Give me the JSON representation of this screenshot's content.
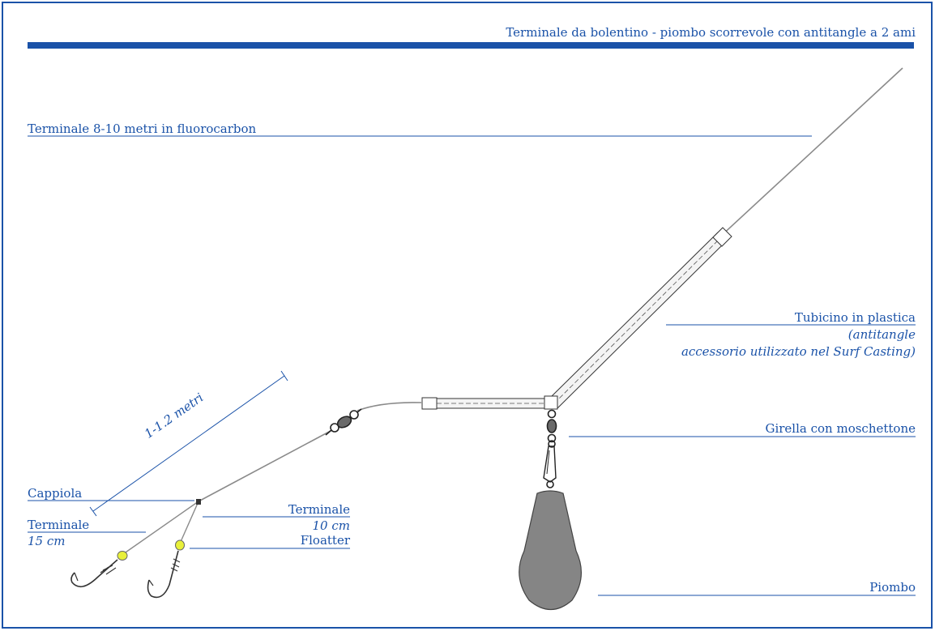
{
  "title": "Terminale da bolentino - piombo scorrevole con antitangle a 2 ami",
  "colors": {
    "accent": "#1a52a8",
    "line": "#8a8a8a",
    "weight": "#858585",
    "floatter": "#e8f03a",
    "tube": "#f4f4f4"
  },
  "labels": {
    "fluorocarbon": "Terminale 8-10 metri in fluorocarbon",
    "tube_line1": "Tubicino in plastica",
    "tube_line2": "(antitangle",
    "tube_line3": "accessorio utilizzato nel Surf Casting)",
    "swivel": "Girella con moschettone",
    "length": "1-1.2 metri",
    "loop": "Cappiola",
    "leader15_line1": "Terminale",
    "leader15_line2": "15 cm",
    "leader10_line1": "Terminale",
    "leader10_line2": "10 cm",
    "floatter": "Floatter",
    "weight": "Piombo"
  }
}
